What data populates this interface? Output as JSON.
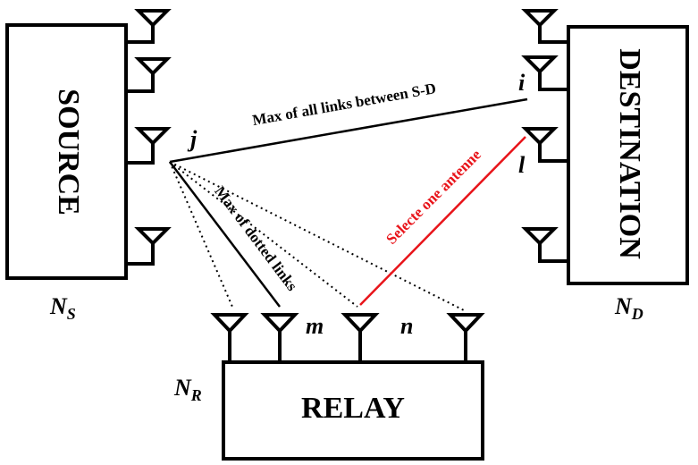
{
  "boxes": {
    "source": "SOURCE",
    "destination": "DESTINATION",
    "relay": "RELAY"
  },
  "antenna_counts": {
    "source": {
      "main": "N",
      "sub": "S"
    },
    "destination": {
      "main": "N",
      "sub": "D"
    },
    "relay": {
      "main": "N",
      "sub": "R"
    }
  },
  "antenna_indices": {
    "source_j": "j",
    "destination_i": "i",
    "destination_l": "l",
    "relay_m": "m",
    "relay_n": "n"
  },
  "annotations": {
    "max_all_links": "Max of all links between S-D",
    "max_dotted_links": "Max of dotted links",
    "select_one_antenna": "Selecte one antenne"
  },
  "colors": {
    "selected_link": "#e8141a",
    "stroke": "#000000"
  }
}
